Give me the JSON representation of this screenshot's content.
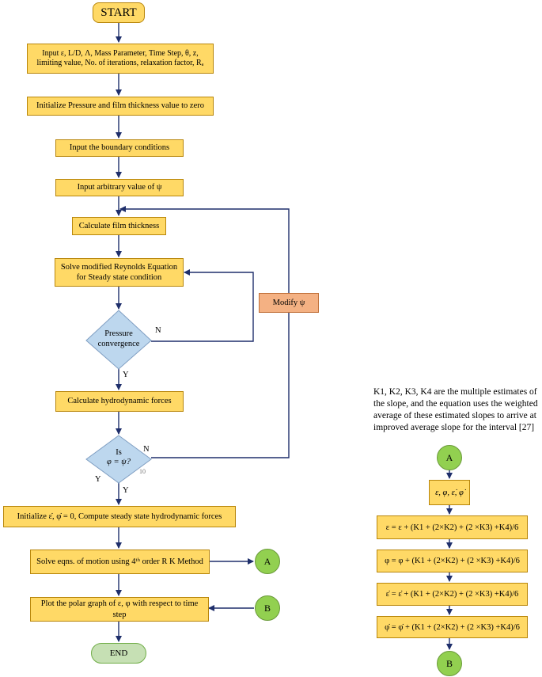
{
  "flow": {
    "start": "START",
    "input_params": "Input  ε, L/D, Λ, Mass Parameter, Time Step, θ, z, limiting value, No. of iterations, relaxation factor, Rₐ",
    "init_pressure": "Initialize Pressure and film thickness value to zero",
    "boundary": "Input the boundary conditions",
    "arbitrary_psi": "Input arbitrary value of ψ",
    "film_thickness": "Calculate film thickness",
    "reynolds": "Solve modified Reynolds Equation for Steady state condition",
    "pressure_convergence": "Pressure convergence",
    "modify_psi": "Modify ψ",
    "hydro_forces": "Calculate hydrodynamic forces",
    "is_phi_psi_line1": "Is",
    "is_phi_psi_line2": "φ = ψ?",
    "init_steady": "Initialize ε̇, φ̇ = 0, Compute steady state hydrodynamic forces",
    "solve_eqns": "Solve eqns. of motion using 4ᵗʰ order R K Method",
    "plot_polar": "Plot the polar graph of ε, φ with respect to time step",
    "end": "END",
    "connector_a": "A",
    "connector_b": "B",
    "yes": "Y",
    "no": "N",
    "figure_number": "10"
  },
  "rk": {
    "note": "K1, K2, K3, K4 are the multiple estimates of the slope, and the equation uses the weighted average of these estimated slopes to arrive at improved average slope for the interval [27]",
    "connector_a": "A",
    "vars": "ε, φ, ε̇, φ̇",
    "eq1": "ε = ε + (K1 + (2×K2) + (2 ×K3) +K4)/6",
    "eq2": "φ = φ + (K1 + (2×K2) + (2 ×K3) +K4)/6",
    "eq3": "ε̇ = ε̇ + (K1 + (2×K2) + (2 ×K3) +K4)/6",
    "eq4": "φ̇ = φ̇ + (K1 + (2×K2) + (2 ×K3) +K4)/6",
    "connector_b": "B"
  },
  "colors": {
    "process": "#ffd966",
    "decision": "#bdd7ee",
    "modify": "#f4b183",
    "connector": "#92d050",
    "end": "#c6e0b4",
    "arrow": "#1f2f6b"
  }
}
